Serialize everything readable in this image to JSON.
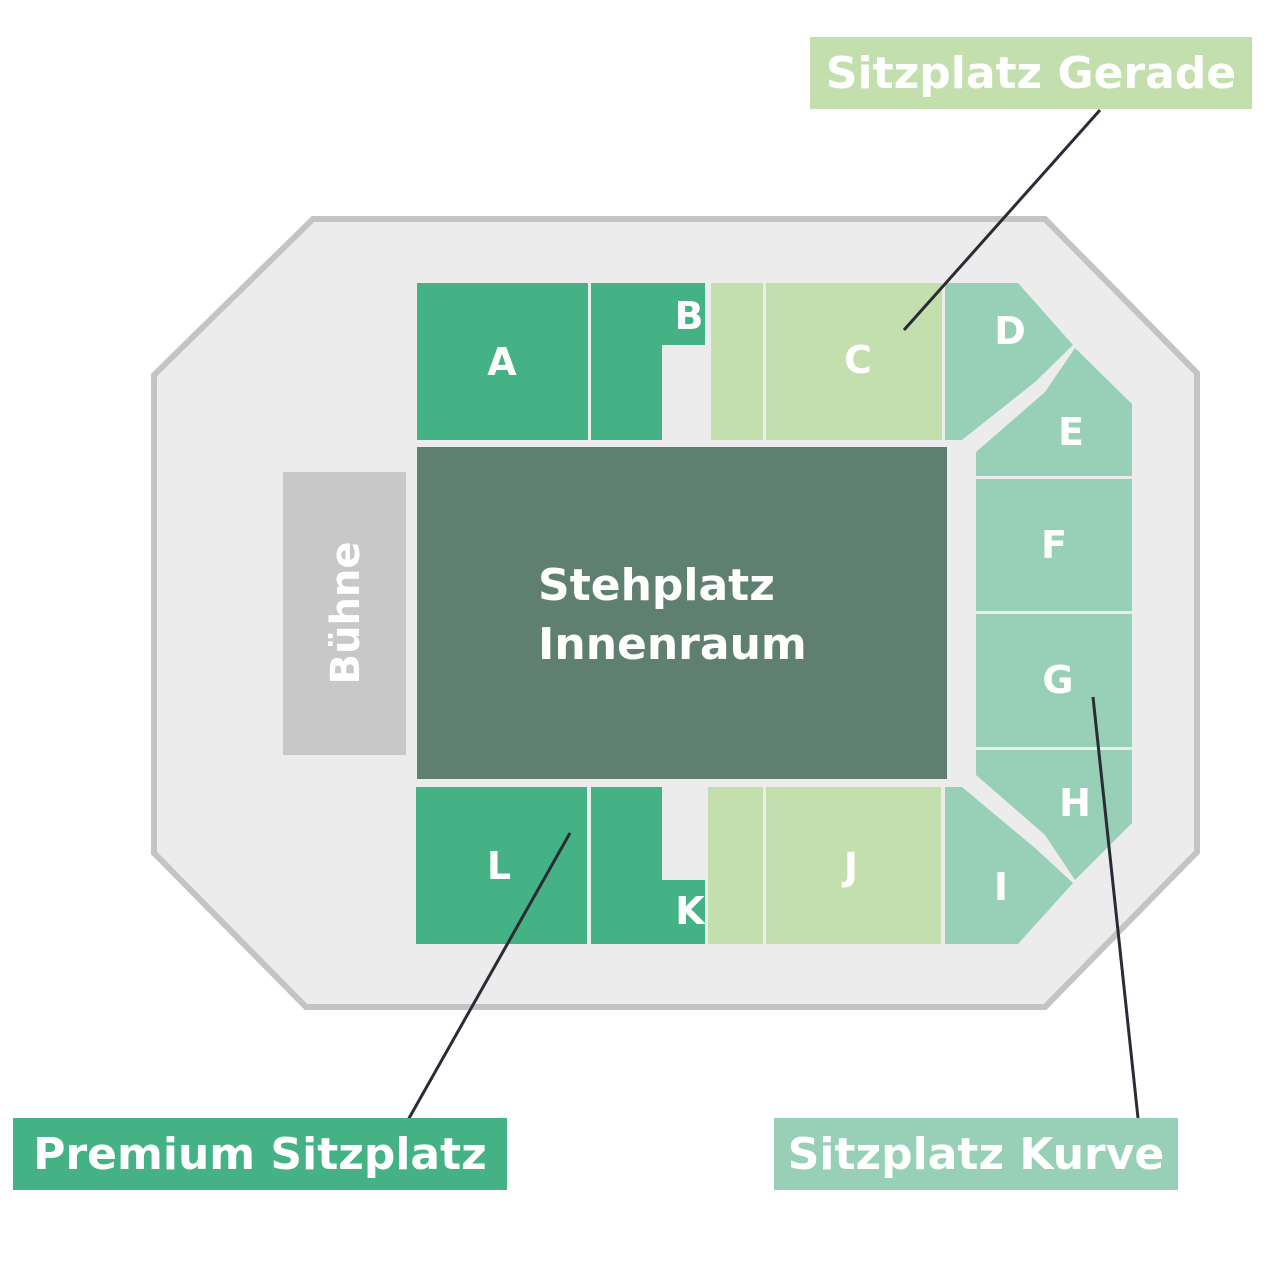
{
  "colors": {
    "premium": "#44b284",
    "gerade": "#c4dfae",
    "kurve": "#97d0b7",
    "innenraum": "#5f8070",
    "stage": "#c8c8c8",
    "arena_fill": "#ececec",
    "arena_border": "#c4c4c4"
  },
  "stage": {
    "label": "Bühne"
  },
  "floor": {
    "line1": "Stehplatz",
    "line2": "Innenraum"
  },
  "sections": {
    "A": "A",
    "B": "B",
    "C": "C",
    "D": "D",
    "E": "E",
    "F": "F",
    "G": "G",
    "H": "H",
    "I": "I",
    "J": "J",
    "K": "K",
    "L": "L"
  },
  "legend": {
    "gerade": "Sitzplatz Gerade",
    "premium": "Premium Sitzplatz",
    "kurve": "Sitzplatz Kurve"
  }
}
